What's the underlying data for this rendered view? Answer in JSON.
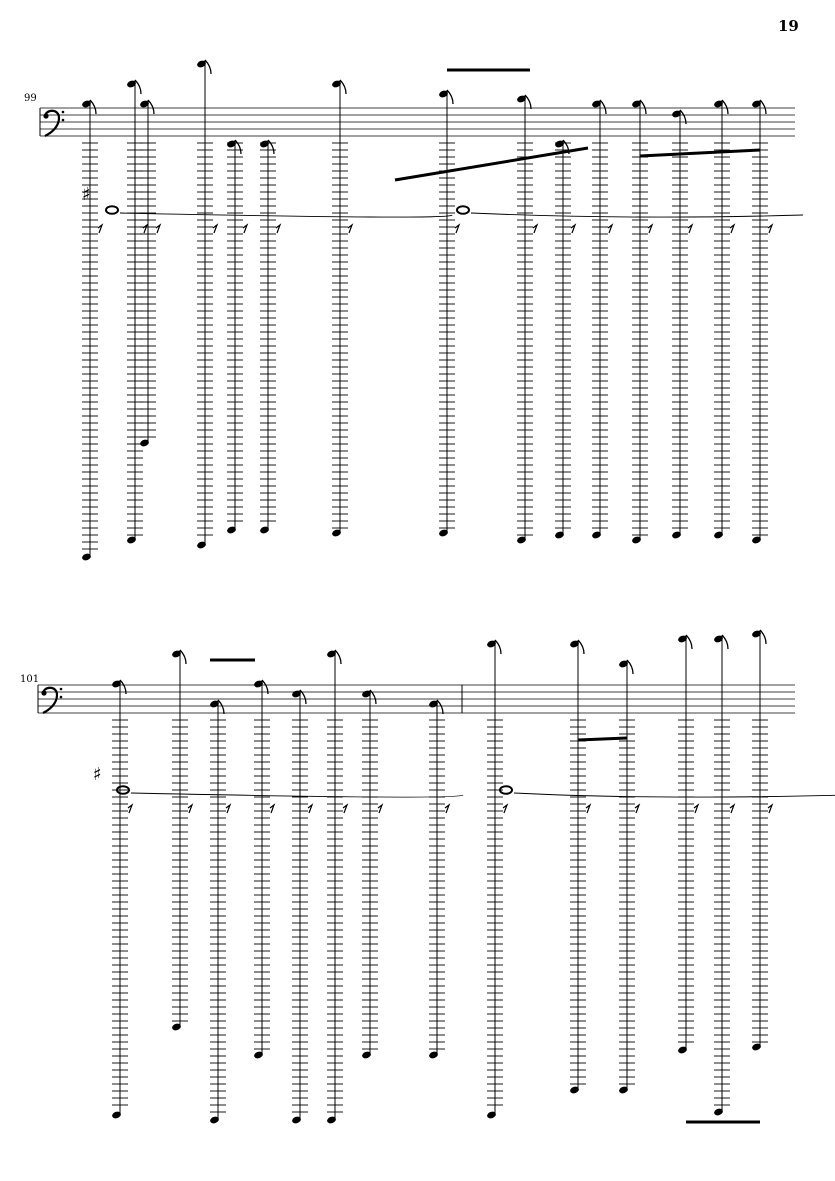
{
  "page": {
    "page_number": "19",
    "systems": [
      {
        "measure_number": "99"
      },
      {
        "measure_number": "101"
      }
    ]
  },
  "colors": {
    "ink": "#000000",
    "paper": "#ffffff"
  }
}
